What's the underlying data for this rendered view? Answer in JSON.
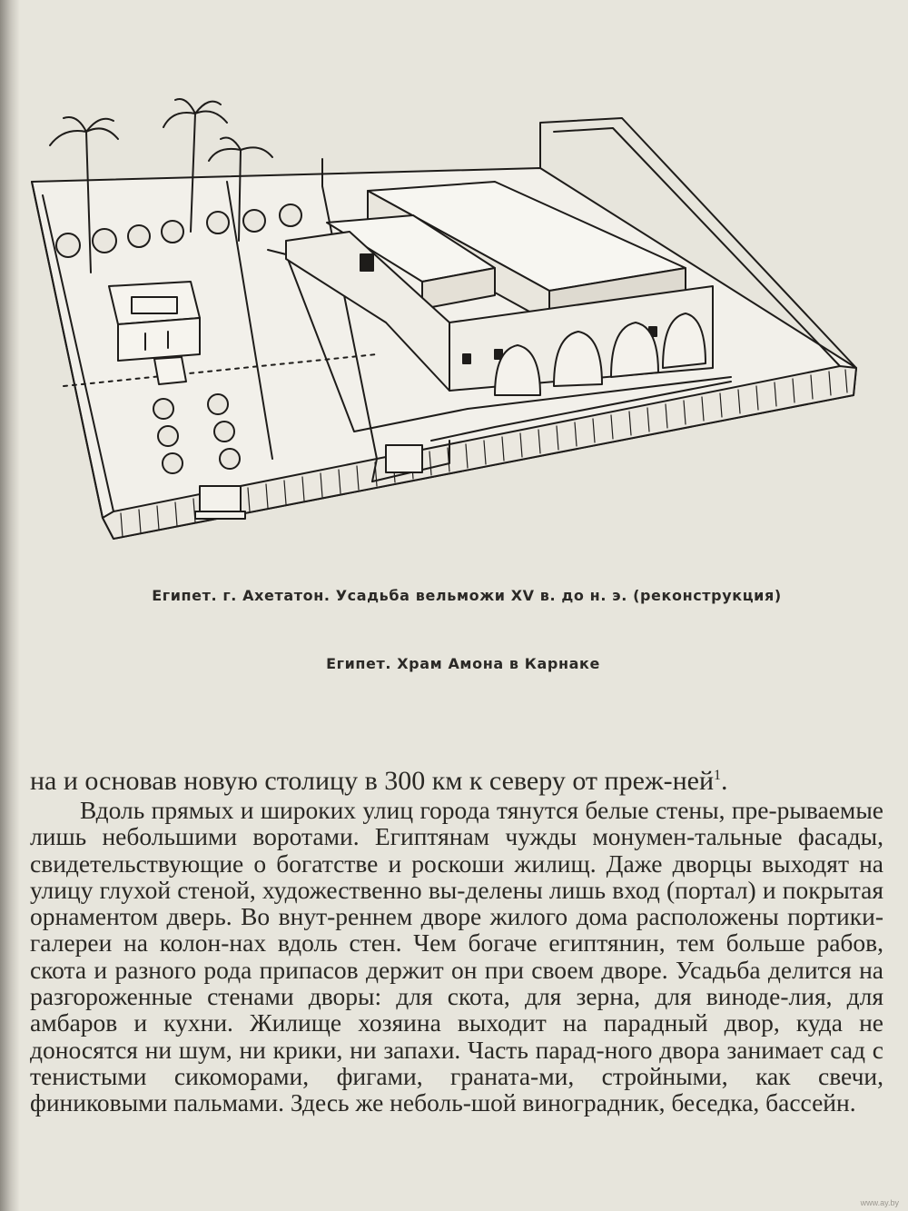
{
  "figure": {
    "caption_1": "Египет. г. Ахетатон. Усадьба вельможи XV в. до н. э. (реконструкция)",
    "caption_2": "Египет. Храм Амона в Карнаке"
  },
  "text": {
    "lead_line": "на и основав новую столицу в 300 км к северу от преж-ней",
    "footnote_mark": "1",
    "paragraph": "Вдоль прямых и широких улиц города тянутся белые стены, пре-рываемые лишь небольшими воротами. Египтянам чужды монумен-тальные фасады, свидетельствующие о богатстве и роскоши жилищ. Даже дворцы выходят на улицу глухой стеной, художественно вы-делены лишь вход (портал) и покрытая орнаментом дверь. Во внут-реннем дворе жилого дома расположены портики-галереи на колон-нах вдоль стен. Чем богаче египтянин, тем больше рабов, скота и разного рода припасов держит он при своем дворе. Усадьба делится на разгороженные стенами дворы: для скота, для зерна, для виноде-лия, для амбаров и кухни. Жилище хозяина выходит на парадный двор, куда не доносятся ни шум, ни крики, ни запахи. Часть парад-ного двора занимает сад с тенистыми сикоморами, фигами, граната-ми, стройными, как свечи, финиковыми пальмами. Здесь же неболь-шой виноградник, беседка, бассейн."
  },
  "watermark": "www.ay.by",
  "colors": {
    "paper": "#e7e5dc",
    "ink": "#262421"
  }
}
